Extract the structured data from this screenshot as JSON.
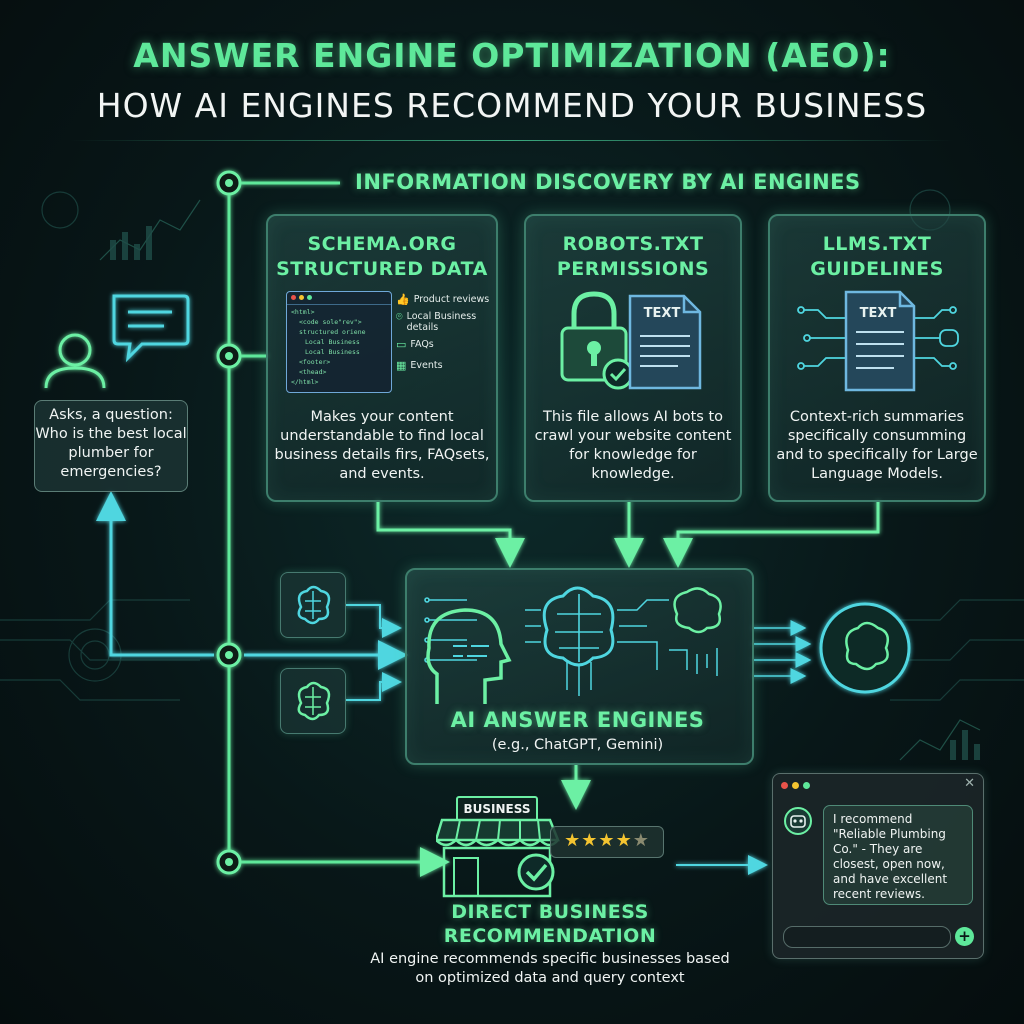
{
  "header": {
    "title_line1": "ANSWER ENGINE OPTIMIZATION (AEO):",
    "title_line2": "HOW AI ENGINES RECOMMEND YOUR BUSINESS"
  },
  "discovery": {
    "section_title": "INFORMATION DISCOVERY BY AI ENGINES",
    "cards": [
      {
        "title": "SCHEMA.ORG\nSTRUCTURED DATA",
        "description": "Makes your content understandable to find local business details firs, FAQsets, and events.",
        "code_lines": [
          "<html>",
          "<code sole\"rev\">",
          "structured oriene",
          "Local Business",
          "Local Business",
          "<footer>",
          "<thead>",
          "</html>"
        ],
        "features": [
          "Product reviews",
          "Local Business details",
          "FAQs",
          "Events"
        ]
      },
      {
        "title": "ROBOTS.TXT\nPERMISSIONS",
        "description": "This file allows AI bots to crawl your website content for knowledge for knowledge.",
        "doc_label": "TEXT"
      },
      {
        "title": "LLMS.TXT\nGUIDELINES",
        "description": "Context-rich summaries specifically consumming and to specifically for Large Language Models.",
        "doc_label": "TEXT"
      }
    ]
  },
  "user_query": {
    "text": "Asks, a question: Who is the best local plumber for emergencies?"
  },
  "engine": {
    "title": "AI ANSWER ENGINES",
    "subtitle": "(e.g., ChatGPT, Gemini)"
  },
  "recommendation": {
    "sign_label": "BUSINESS",
    "rating_stars": 4,
    "rating_max": 5,
    "title": "DIRECT BUSINESS\nRECOMMENDATION",
    "description": "AI engine recommends specific businesses based on optimized data and query context"
  },
  "chat": {
    "message": "I recommend \"Reliable Plumbing Co.\" - They are closest, open now, and have excellent recent reviews.",
    "send_icon": "plus-icon"
  },
  "colors": {
    "accent_green": "#6cf0a4",
    "wire_green": "#5ee89a",
    "wire_cyan": "#4fd6e0",
    "star_gold": "#f4c430"
  }
}
